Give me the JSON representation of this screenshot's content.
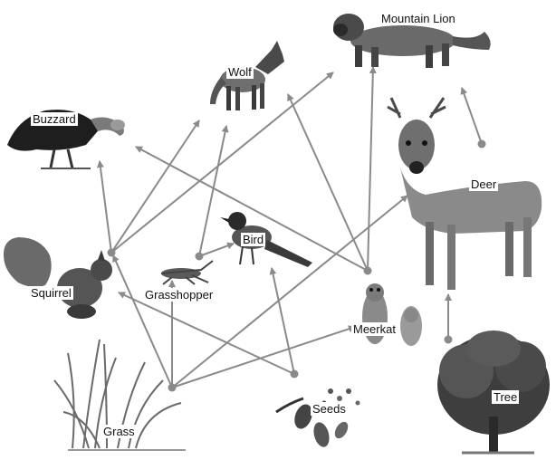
{
  "diagram": {
    "type": "food-web",
    "organisms": [
      {
        "id": "mountain_lion",
        "label": "Mountain Lion",
        "icon": "mountain-lion-icon"
      },
      {
        "id": "wolf",
        "label": "Wolf",
        "icon": "wolf-icon"
      },
      {
        "id": "buzzard",
        "label": "Buzzard",
        "icon": "buzzard-icon"
      },
      {
        "id": "deer",
        "label": "Deer",
        "icon": "deer-icon"
      },
      {
        "id": "bird",
        "label": "Bird",
        "icon": "bird-icon"
      },
      {
        "id": "squirrel",
        "label": "Squirrel",
        "icon": "squirrel-icon"
      },
      {
        "id": "grasshopper",
        "label": "Grasshopper",
        "icon": "grasshopper-icon"
      },
      {
        "id": "meerkat",
        "label": "Meerkat",
        "icon": "meerkat-icon"
      },
      {
        "id": "grass",
        "label": "Grass",
        "icon": "grass-icon"
      },
      {
        "id": "seeds",
        "label": "Seeds",
        "icon": "seeds-icon"
      },
      {
        "id": "tree",
        "label": "Tree",
        "icon": "tree-icon"
      }
    ],
    "edges": [
      {
        "from": "squirrel",
        "to": "buzzard"
      },
      {
        "from": "squirrel",
        "to": "wolf"
      },
      {
        "from": "squirrel",
        "to": "mountain_lion"
      },
      {
        "from": "grasshopper",
        "to": "wolf"
      },
      {
        "from": "grasshopper",
        "to": "bird"
      },
      {
        "from": "meerkat",
        "to": "buzzard"
      },
      {
        "from": "meerkat",
        "to": "wolf"
      },
      {
        "from": "meerkat",
        "to": "mountain_lion"
      },
      {
        "from": "grass",
        "to": "squirrel"
      },
      {
        "from": "grass",
        "to": "grasshopper"
      },
      {
        "from": "grass",
        "to": "meerkat"
      },
      {
        "from": "grass",
        "to": "deer"
      },
      {
        "from": "seeds",
        "to": "squirrel"
      },
      {
        "from": "seeds",
        "to": "bird"
      },
      {
        "from": "deer",
        "to": "mountain_lion"
      },
      {
        "from": "tree",
        "to": "deer"
      }
    ],
    "colors": {
      "arrow": "#8a8a8a",
      "label_bg": "#ffffff",
      "label_text": "#111111"
    }
  }
}
